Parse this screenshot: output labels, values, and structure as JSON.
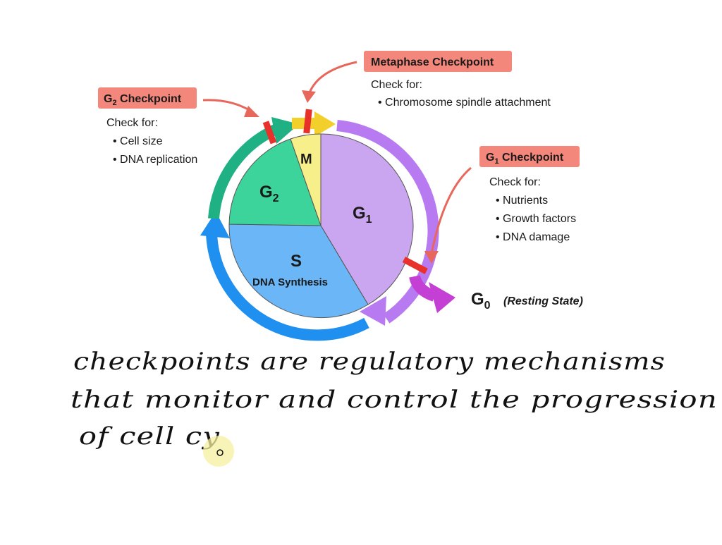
{
  "diagram": {
    "phases": {
      "m": "M",
      "g1": "G",
      "g1_sub": "1",
      "g2": "G",
      "g2_sub": "2",
      "s": "S",
      "s_caption": "DNA Synthesis",
      "g0": "G",
      "g0_sub": "0",
      "g0_caption": "(Resting State)"
    },
    "checkpoints": {
      "g2": {
        "label_main": "G",
        "label_sub": "2",
        "label_rest": " Checkpoint",
        "check_for": "Check for:",
        "items": [
          "Cell size",
          "DNA replication"
        ]
      },
      "metaphase": {
        "label": "Metaphase Checkpoint",
        "check_for": "Check for:",
        "items": [
          "Chromosome spindle attachment"
        ]
      },
      "g1": {
        "label_main": "G",
        "label_sub": "1",
        "label_rest": " Checkpoint",
        "check_for": "Check for:",
        "items": [
          "Nutrients",
          "Growth factors",
          "DNA damage"
        ]
      }
    },
    "colors": {
      "g1": "#cba6f0",
      "g2": "#3cd49a",
      "m": "#f7ef8a",
      "s": "#6ab6f6",
      "label_box": "#f4877c",
      "checkpoint_bar": "#e8312a",
      "g0_arrow": "#c43fd4"
    }
  },
  "handwriting": {
    "line1": "checkpoints are regulatory mechanisms",
    "line2": "that monitor and control the progression",
    "line3": "of cell cy"
  }
}
